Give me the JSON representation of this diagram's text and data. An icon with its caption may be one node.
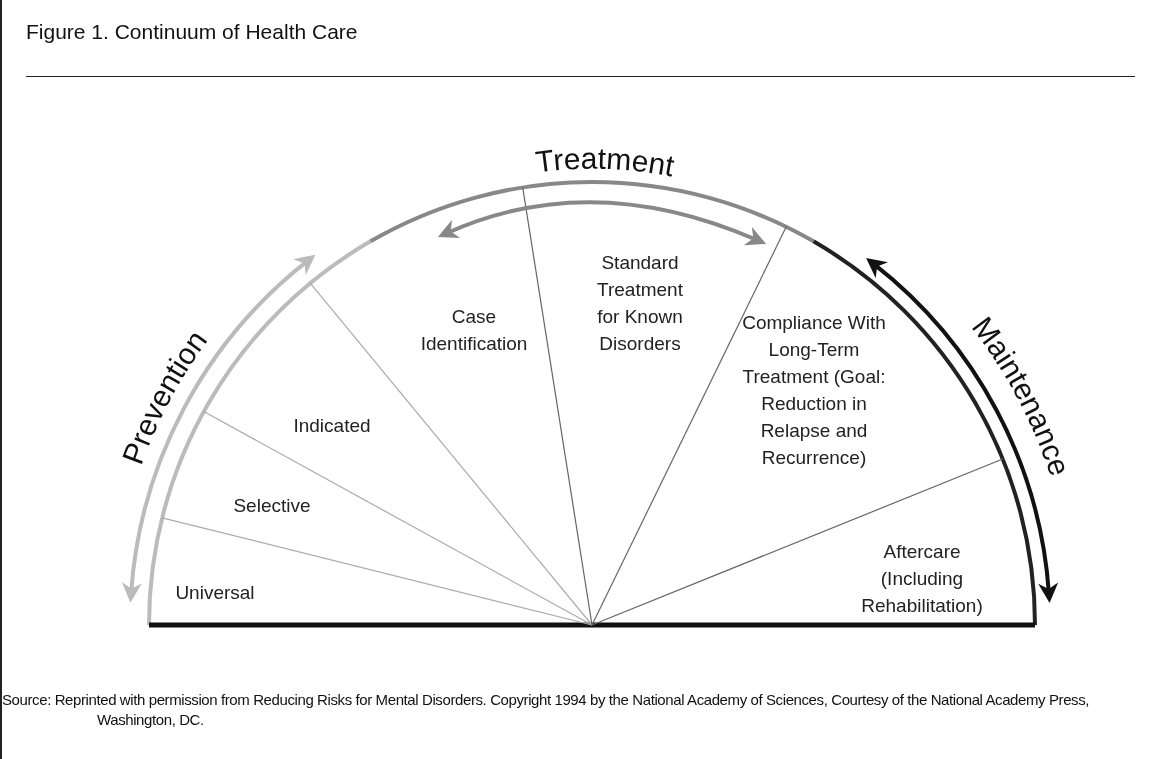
{
  "diagram": {
    "title": "Figure 1. Continuum of Health Care",
    "caption": "Source: Reprinted with permission from Reducing Risks for Mental Disorders. Copyright 1994 by the National Academy of Sciences, Courtesy of the National Academy Press, Washington, DC.",
    "nodes": [
      {
        "text": [],
        "shape": "semicircle"
      },
      {
        "text": [
          "Universal"
        ],
        "in": 0
      },
      {
        "text": [
          "Selective"
        ],
        "in": 0
      },
      {
        "text": [
          "Indicated"
        ],
        "in": 0
      },
      {
        "text": [
          "Case Identification"
        ],
        "in": 0
      },
      {
        "text": [
          "Standard Treatment for Known Disorders"
        ],
        "in": 0
      },
      {
        "text": [
          "Compliance With Long-Term Treatment (Goal: Reduction in Relapse and Recurrence)"
        ],
        "in": 0
      },
      {
        "text": [
          "Aftercare (Including Rehabilitation)"
        ],
        "in": 0
      }
    ],
    "edges": [],
    "labels": [
      "Treatment",
      "Prevention",
      "Maintenance"
    ]
  }
}
